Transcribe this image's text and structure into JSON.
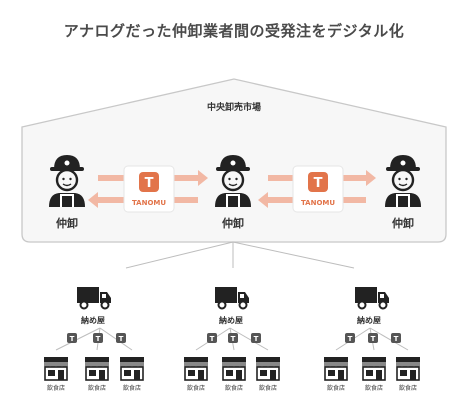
{
  "title": "アナログだった仲卸業者間の受発注をデジタル化",
  "market_label": "中央卸売市場",
  "wholesalers": [
    "仲卸",
    "仲卸",
    "仲卸"
  ],
  "app_logo_text": "TANOMU",
  "app_icon_letter": "T",
  "distributor_label": "納め屋",
  "restaurant_label": "飲食店",
  "colors": {
    "accent": "#e2744a",
    "arrow": "#f2b8a4",
    "house_border": "#c8c8c8",
    "house_fill": "#f7f7f7",
    "line": "#bdbdbd",
    "icon": "#222222"
  }
}
